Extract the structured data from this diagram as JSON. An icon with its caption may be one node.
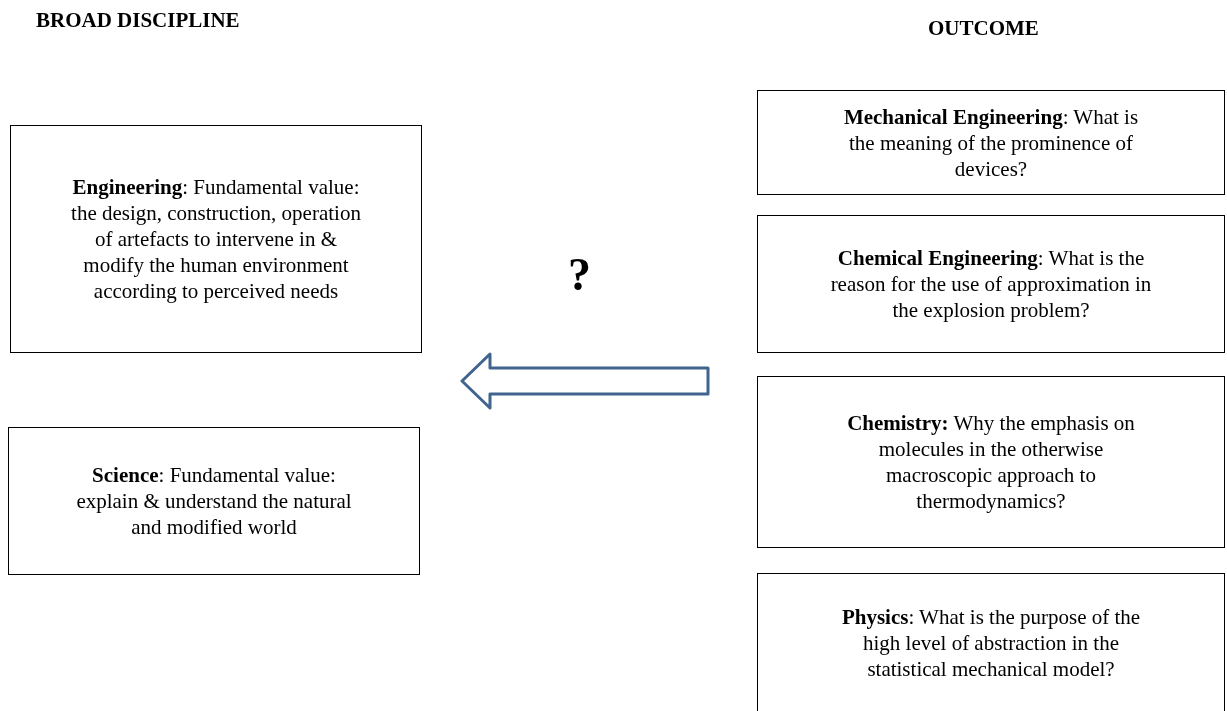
{
  "diagram": {
    "nodes": [
      {
        "text": [
          "**Engineering**: Fundamental value: the design, construction, operation of artefacts to intervene in & modify the human environment according to perceived needs"
        ]
      },
      {
        "text": [
          "**Science**: Fundamental value: explain & understand the natural and modified world"
        ]
      },
      {
        "text": [
          "**Mechanical Engineering**: What is the meaning of the prominence of devices?"
        ]
      },
      {
        "text": [
          "**Chemical Engineering**: What is the reason for the use of approximation in the explosion problem?"
        ]
      },
      {
        "text": [
          "**Chemistry:** Why the emphasis on molecules in the otherwise macroscopic approach to thermodynamics?"
        ]
      },
      {
        "text": [
          "**Physics**: What is the purpose of the high level of abstraction in the statistical mechanical model?"
        ]
      }
    ],
    "labels": [
      "BROAD DISCIPLINE",
      "OUTCOME",
      "?"
    ]
  }
}
